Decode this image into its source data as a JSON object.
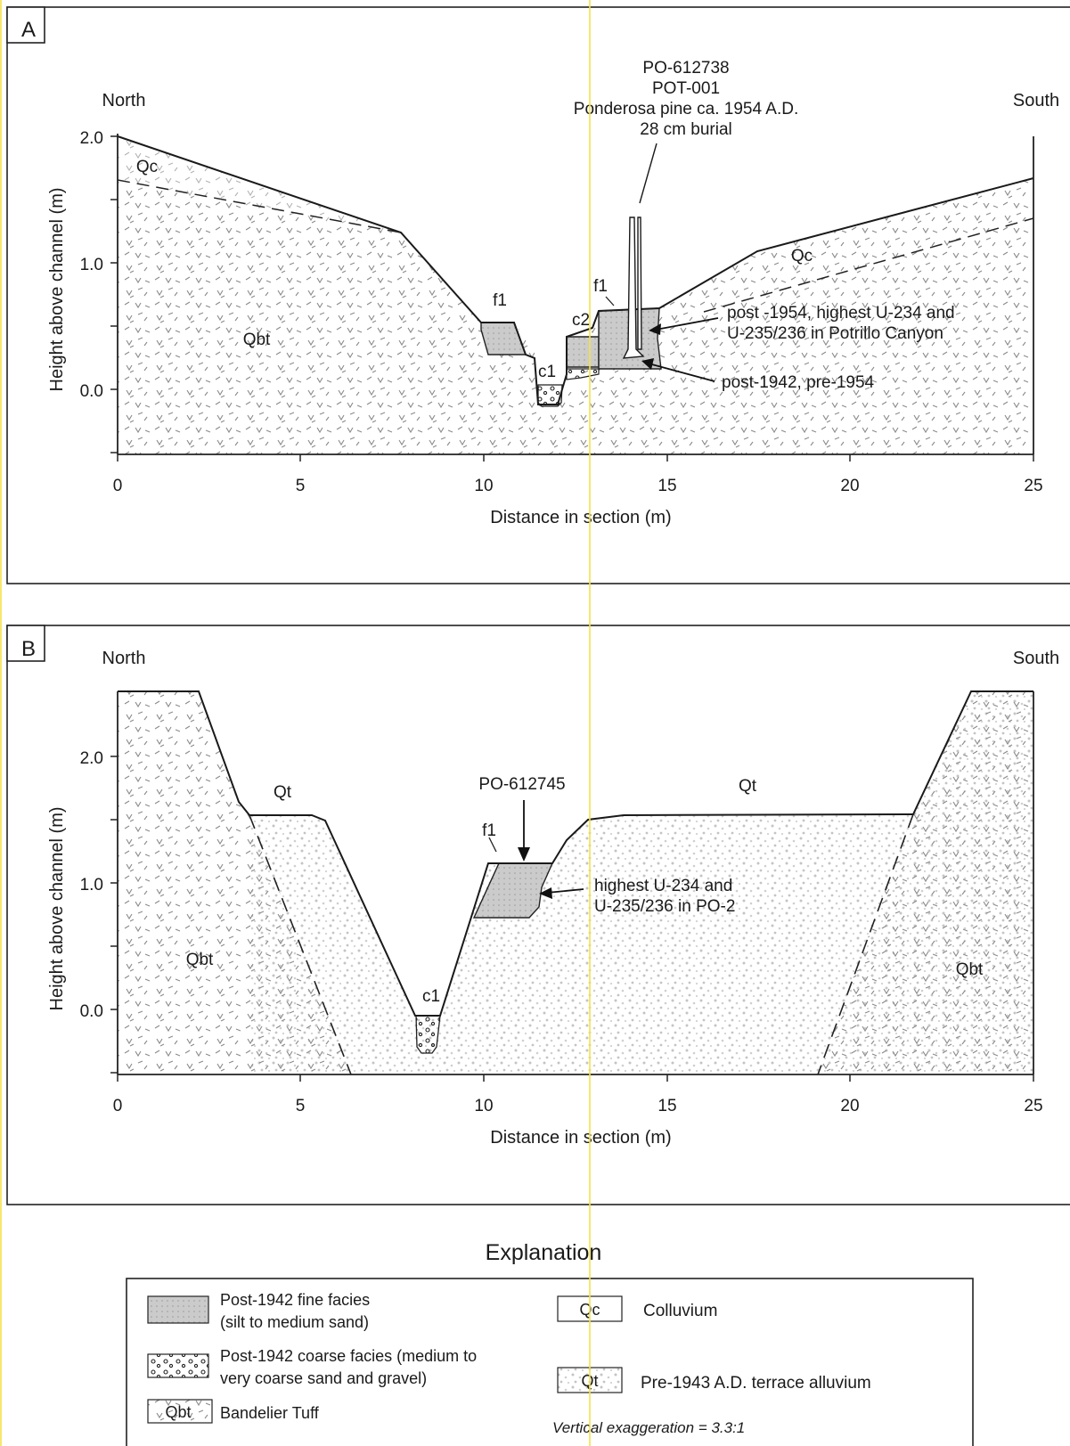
{
  "panel_a": {
    "letter": "A",
    "north": "North",
    "south": "South",
    "y_label": "Height above channel (m)",
    "x_label": "Distance in section (m)",
    "y_ticks": [
      "2.0",
      "1.0",
      "0.0"
    ],
    "x_ticks": [
      "0",
      "5",
      "10",
      "15",
      "20",
      "25"
    ],
    "unit_qc": "Qc",
    "unit_qc_2": "Qc",
    "unit_qbt": "Qbt",
    "f1_left": "f1",
    "f1_right": "f1",
    "c1": "c1",
    "c2": "c2",
    "sample_id": "PO-612738",
    "sample_code": "POT-001",
    "sample_desc": "Ponderosa pine ca. 1954 A.D.",
    "sample_burial": "28 cm burial",
    "note_post1954_line1": "post -1954, highest U-234 and",
    "note_post1954_line2": "U-235/236 in Potrillo Canyon",
    "note_post1942": "post-1942, pre-1954"
  },
  "panel_b": {
    "letter": "B",
    "north": "North",
    "south": "South",
    "y_label": "Height above channel (m)",
    "x_label": "Distance in section (m)",
    "y_ticks": [
      "2.0",
      "1.0",
      "0.0"
    ],
    "x_ticks": [
      "0",
      "5",
      "10",
      "15",
      "20",
      "25"
    ],
    "unit_qt_left": "Qt",
    "unit_qt_right": "Qt",
    "unit_qbt_left": "Qbt",
    "unit_qbt_right": "Qbt",
    "f1": "f1",
    "c1": "c1",
    "sample_id": "PO-612745",
    "note_line1": "highest U-234 and",
    "note_line2": "U-235/236 in PO-2"
  },
  "explanation": {
    "title": "Explanation",
    "fine_line1": "Post-1942 fine facies",
    "fine_line2": "(silt to medium sand)",
    "coarse_line1": "Post-1942 coarse facies (medium to",
    "coarse_line2": "very coarse sand and gravel)",
    "qbt_symbol": "Qbt",
    "qbt_label": "Bandelier Tuff",
    "qc_symbol": "Qc",
    "qc_label": "Colluvium",
    "qt_symbol": "Qt",
    "qt_label": "Pre-1943 A.D. terrace alluvium",
    "exaggeration": "Vertical exaggeration = 3.3:1"
  },
  "colors": {
    "fine_facies": "#c9c9c9",
    "tuff_mark": "#8a8a8a",
    "alluvium_dot": "#bdbdbd",
    "guide_line": "#f5e14a"
  }
}
